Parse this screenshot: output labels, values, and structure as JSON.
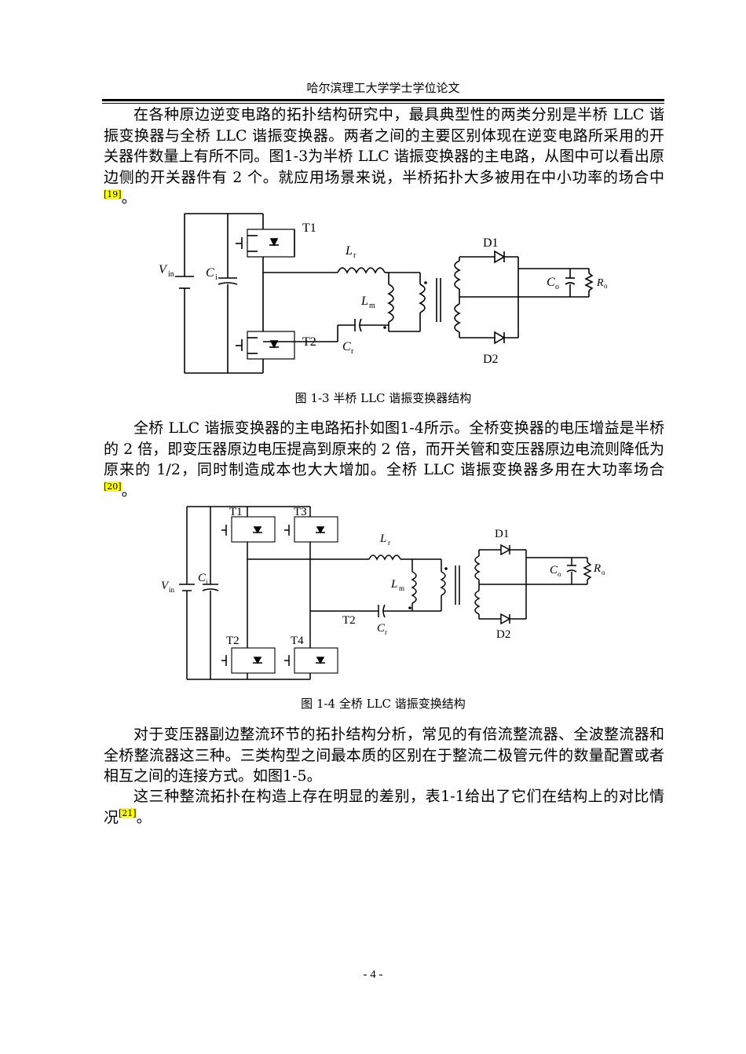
{
  "header": {
    "title": "哈尔滨理工大学学士学位论文"
  },
  "paragraphs": {
    "p1_text": "在各种原边逆变电路的拓扑结构研究中，最具典型性的两类分别是半桥 LLC 谐振变换器与全桥 LLC 谐振变换器。两者之间的主要区别体现在逆变电路所采用的开关器件数量上有所不同。图1-3为半桥 LLC 谐振变换器的主电路，从图中可以看出原边侧的开关器件有 2 个。就应用场景来说，半桥拓扑大多被用在中小功率的场合中",
    "p1_cite": "[19]",
    "p1_end": "。",
    "p2_text": "全桥 LLC 谐振变换器的主电路拓扑如图1-4所示。全桥变换器的电压增益是半桥的 2 倍，即变压器原边电压提高到原来的 2 倍，而开关管和变压器原边电流则降低为原来的 1/2，同时制造成本也大大增加。全桥 LLC 谐振变换器多用在大功率场合",
    "p2_cite": "[20]",
    "p2_end": "。",
    "p3_text": "对于变压器副边整流环节的拓扑结构分析，常见的有倍流整流器、全波整流器和全桥整流器这三种。三类构型之间最本质的区别在于整流二极管元件的数量配置或者相互之间的连接方式。如图1-5。",
    "p4_text": "这三种整流拓扑在构造上存在明显的差别，表1-1给出了它们在结构上的对比情况",
    "p4_cite": "[21]",
    "p4_end": "。"
  },
  "figures": {
    "fig1": {
      "caption": "图 1-3 半桥 LLC 谐振变换器结构",
      "labels": {
        "vin": "V",
        "vin_sub": "in",
        "ci": "C",
        "ci_sub": "i",
        "t1": "T1",
        "t2": "T2",
        "lr": "L",
        "lr_sub": "r",
        "lm": "L",
        "lm_sub": "m",
        "cr": "C",
        "cr_sub": "r",
        "d1": "D1",
        "d2": "D2",
        "co": "C",
        "co_sub": "o",
        "ro": "R",
        "ro_sub": "o"
      }
    },
    "fig2": {
      "caption": "图 1-4  全桥 LLC 谐振变换结构",
      "labels": {
        "vin": "V",
        "vin_sub": "in",
        "ci": "C",
        "ci_sub": "i",
        "t1": "T1",
        "t2": "T2",
        "t3": "T3",
        "t4": "T4",
        "t2b": "T2",
        "lr": "L",
        "lr_sub": "r",
        "lm": "L",
        "lm_sub": "m",
        "cr": "C",
        "cr_sub": "r",
        "d1": "D1",
        "d2": "D2",
        "co": "C",
        "co_sub": "o",
        "ro": "R",
        "ro_sub": "o"
      }
    }
  },
  "footer": {
    "page_number": "- 4 -"
  }
}
